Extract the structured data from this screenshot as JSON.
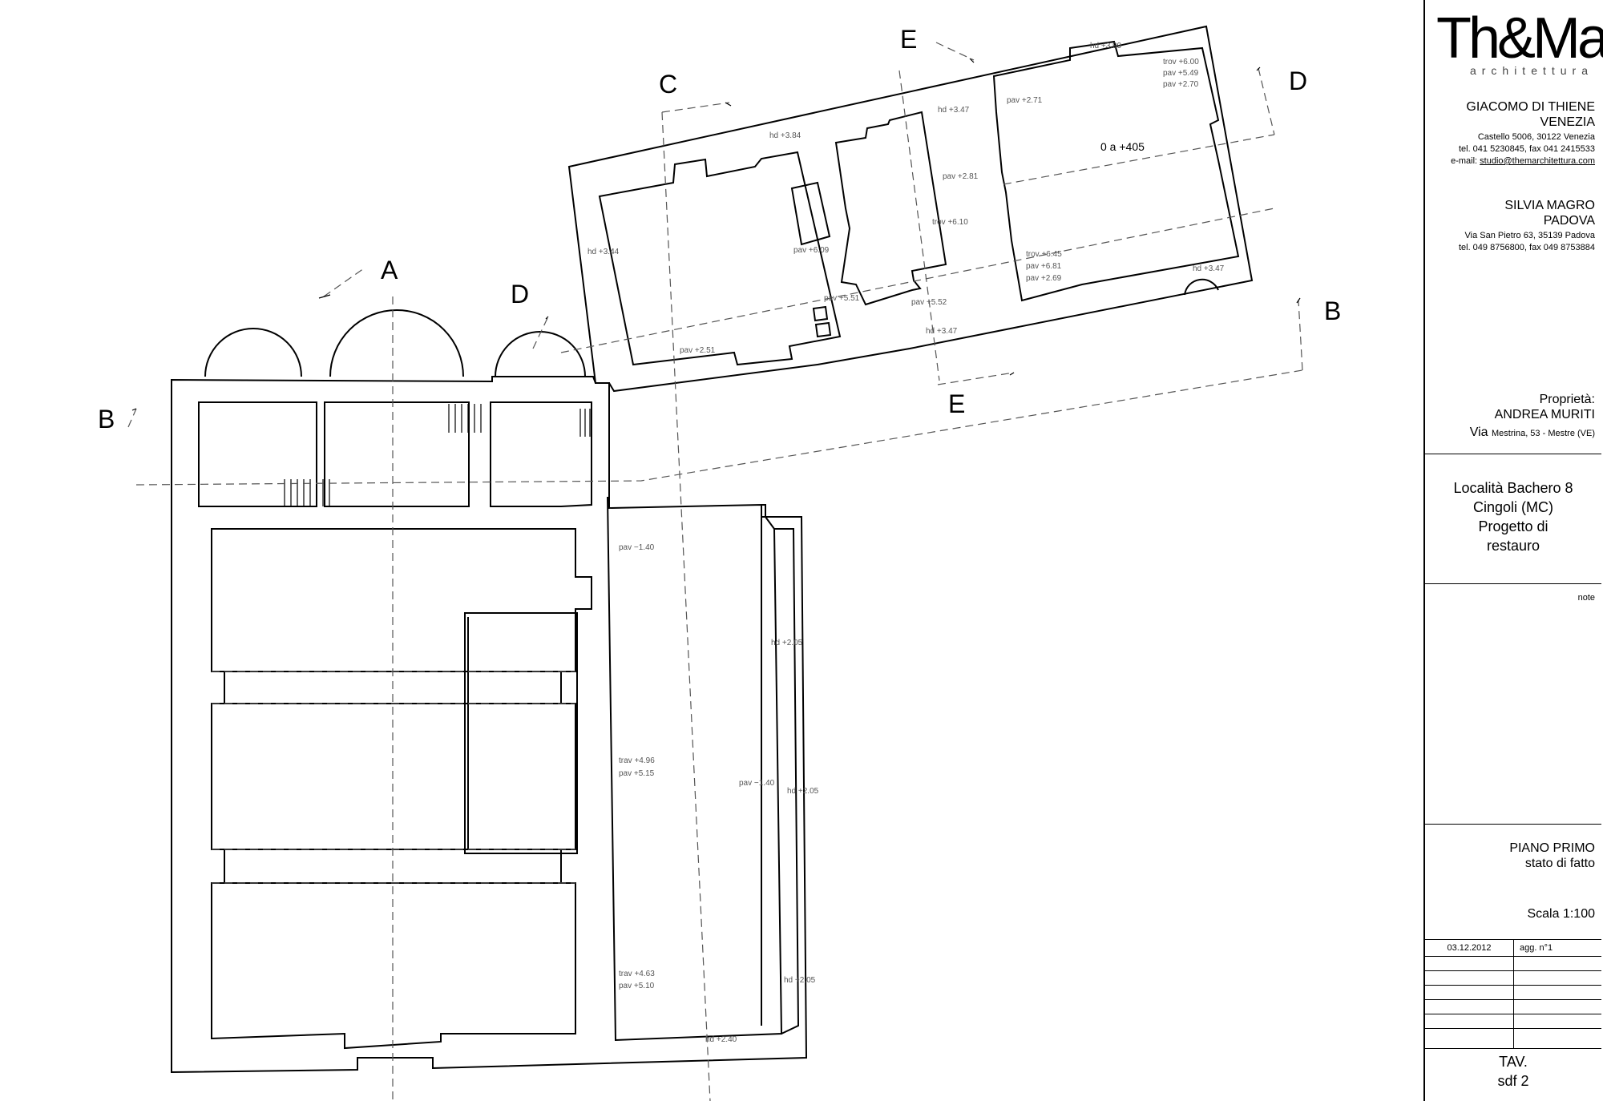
{
  "logo": {
    "mark": "Th&Ma",
    "sub": "architettura"
  },
  "architects": [
    {
      "name": "GIACOMO DI THIENE",
      "city": "VENEZIA",
      "address": "Castello 5006, 30122 Venezia",
      "phone": "tel. 041 5230845, fax 041 2415533",
      "email_label": "e-mail:",
      "email": "studio@themarchitettura.com"
    },
    {
      "name": "SILVIA MAGRO",
      "city": "PADOVA",
      "address": "Via San Pietro 63, 35139 Padova",
      "phone": "tel. 049 8756800, fax 049 8753884"
    }
  ],
  "owner": {
    "label": "Proprietà:",
    "name": "ANDREA MURITI",
    "address_prefix": "Via",
    "address": "Mestrina, 53 - Mestre (VE)"
  },
  "project": {
    "line1": "Località Bachero 8",
    "line2": "Cingoli (MC)",
    "line3": "Progetto di",
    "line4": "restauro"
  },
  "notes_label": "note",
  "drawing": {
    "title": "PIANO PRIMO",
    "subtitle": "stato di fatto",
    "scale": "Scala 1:100"
  },
  "revision": {
    "date": "03.12.2012",
    "label": "agg. n°1"
  },
  "sheet": {
    "label": "TAV.",
    "number": "sdf 2"
  },
  "plan": {
    "room_label": "0 a +405",
    "section_marks": [
      "A",
      "B",
      "B",
      "C",
      "D",
      "D",
      "E",
      "E"
    ],
    "elevations": [
      "trov +6.00",
      "pav +5.49",
      "pav +2.70",
      "pav +2.71",
      "hd +3.99",
      "hd +3.47",
      "hd +3.84",
      "pav +2.81",
      "trov +6.10",
      "trov +6.45",
      "pav +6.81",
      "pav +2.69",
      "hd +3.47",
      "hd +3.44",
      "pav +6.09",
      "pav +5.51",
      "pav +5.52",
      "hd +3.47",
      "pav +2.51",
      "pav −1.40",
      "hd +2.05",
      "trav +4.96",
      "pav +5.15",
      "pav −1.40",
      "hd +2.05",
      "trav +4.63",
      "pav +5.10",
      "hd +2.05",
      "hd +2.40"
    ]
  }
}
